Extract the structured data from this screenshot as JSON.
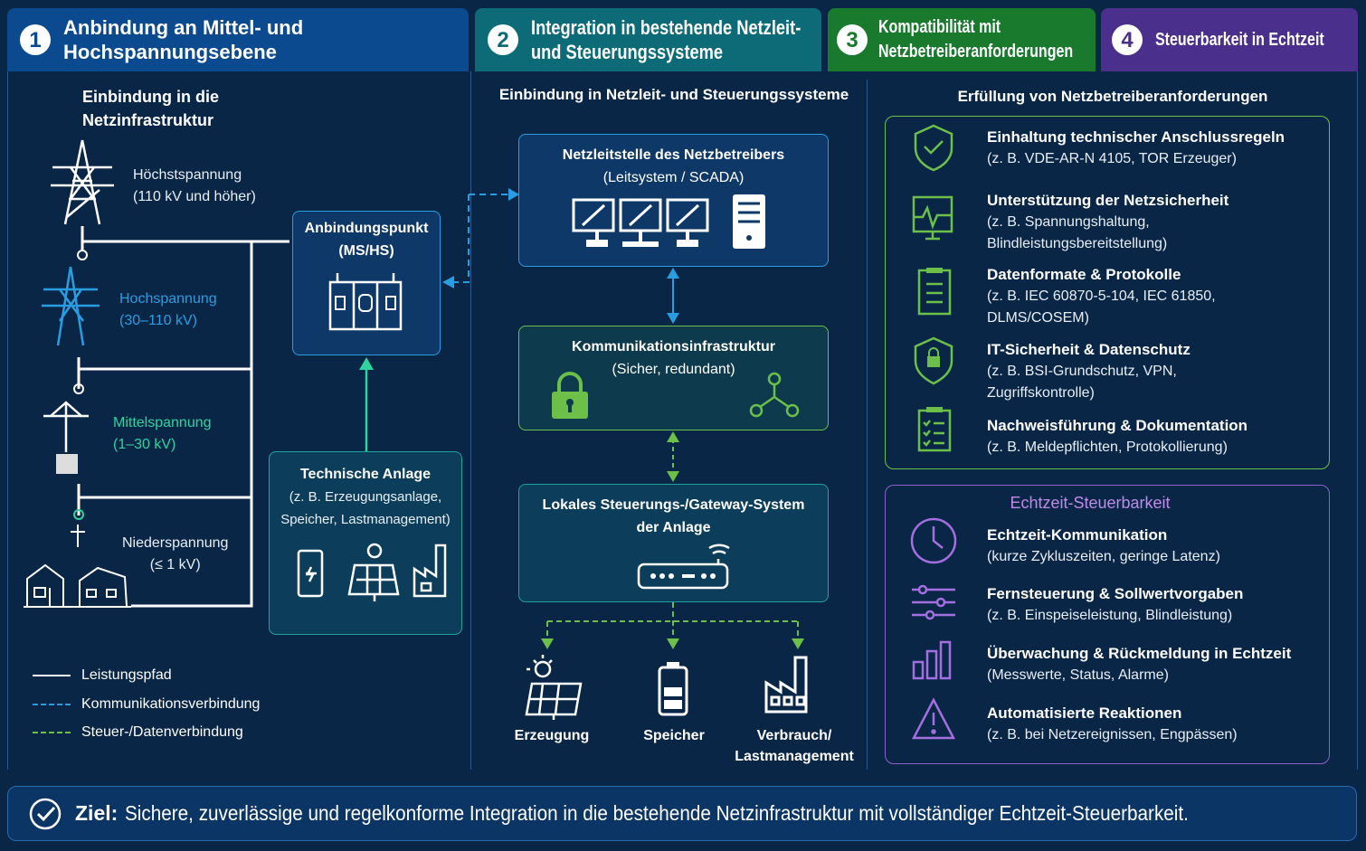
{
  "headers": [
    {
      "num": "1",
      "title": "Anbindung an Mittel- und Hochspannungsebene",
      "color": "#0b4a8e"
    },
    {
      "num": "2",
      "title": "Integration in bestehende Netzleit- und Steuerungssysteme",
      "color": "#0d6b78"
    },
    {
      "num": "3",
      "title": "Kompatibilität mit Netzbetreiberanforderungen",
      "color": "#197a2e"
    },
    {
      "num": "4",
      "title": "Steuerbarkeit in Echtzeit",
      "color": "#4b2f8c"
    }
  ],
  "col1": {
    "title": "Einbindung in die Netzinfrastruktur",
    "levels": [
      {
        "name": "Höchstspannung",
        "range": "(110 kV und höher)",
        "color": "#ffffff"
      },
      {
        "name": "Hochspannung",
        "range": "(30–110 kV)",
        "color": "#2a9de0"
      },
      {
        "name": "Mittelspannung",
        "range": "(1–30 kV)",
        "color": "#2ed3a0"
      },
      {
        "name": "Niederspannung",
        "range": "(≤ 1 kV)",
        "color": "#ffffff"
      }
    ],
    "anbindung": {
      "title": "Anbindungspunkt",
      "sub": "(MS/HS)"
    },
    "anlage": {
      "title": "Technische Anlage",
      "sub": "(z. B. Erzeugungsanlage, Speicher, Lastmanagement)"
    },
    "legend": [
      {
        "label": "Leistungspfad",
        "color": "#ffffff",
        "style": "solid"
      },
      {
        "label": "Kommunikationsverbindung",
        "color": "#2a9de0",
        "style": "dashed"
      },
      {
        "label": "Steuer-/Datenverbindung",
        "color": "#6cc04a",
        "style": "dashed"
      }
    ]
  },
  "col2": {
    "title": "Einbindung in Netzleit- und Steuerungssysteme",
    "leitstelle": {
      "title": "Netzleitstelle des Netzbetreibers",
      "sub": "(Leitsystem / SCADA)"
    },
    "komm": {
      "title": "Kommunikationsinfrastruktur",
      "sub": "(Sicher, redundant)"
    },
    "gateway": {
      "title": "Lokales Steuerungs-/Gateway-System der Anlage"
    },
    "targets": [
      "Erzeugung",
      "Speicher",
      "Verbrauch/ Lastmanagement"
    ]
  },
  "col3": {
    "title": "Erfüllung von Netzbetreiberanforderungen",
    "items": [
      {
        "title": "Einhaltung technischer Anschlussregeln",
        "desc": "(z. B. VDE-AR-N 4105, TOR Erzeuger)",
        "icon": "shield-check"
      },
      {
        "title": "Unterstützung der Netzsicherheit",
        "desc": "(z. B. Spannungshaltung, Blindleistungsbereitstellung)",
        "icon": "monitor-pulse"
      },
      {
        "title": "Datenformate & Protokolle",
        "desc": "(z. B. IEC 60870-5-104, IEC 61850, DLMS/COSEM)",
        "icon": "clipboard"
      },
      {
        "title": "IT-Sicherheit & Datenschutz",
        "desc": "(z. B. BSI-Grundschutz, VPN, Zugriffskontrolle)",
        "icon": "shield-lock"
      },
      {
        "title": "Nachweisführung & Dokumentation",
        "desc": "(z. B. Meldepflichten, Protokollierung)",
        "icon": "clipboard-check"
      }
    ]
  },
  "col4": {
    "title": "Echtzeit-Steuerbarkeit",
    "items": [
      {
        "title": "Echtzeit-Kommunikation",
        "desc": "(kurze Zykluszeiten, geringe Latenz)",
        "icon": "clock"
      },
      {
        "title": "Fernsteuerung & Sollwertvorgaben",
        "desc": "(z. B. Einspeiseleistung, Blindleistung)",
        "icon": "sliders"
      },
      {
        "title": "Überwachung & Rückmeldung in Echtzeit",
        "desc": "(Messwerte, Status, Alarme)",
        "icon": "bar-chart"
      },
      {
        "title": "Automatisierte Reaktionen",
        "desc": "(z. B. bei Netzereignissen, Engpässen)",
        "icon": "warning"
      }
    ]
  },
  "footer": {
    "label": "Ziel:",
    "text": "Sichere, zuverlässige und regelkonforme Integration in die bestehende Netzinfrastruktur mit vollständiger Echtzeit-Steuerbarkeit."
  }
}
